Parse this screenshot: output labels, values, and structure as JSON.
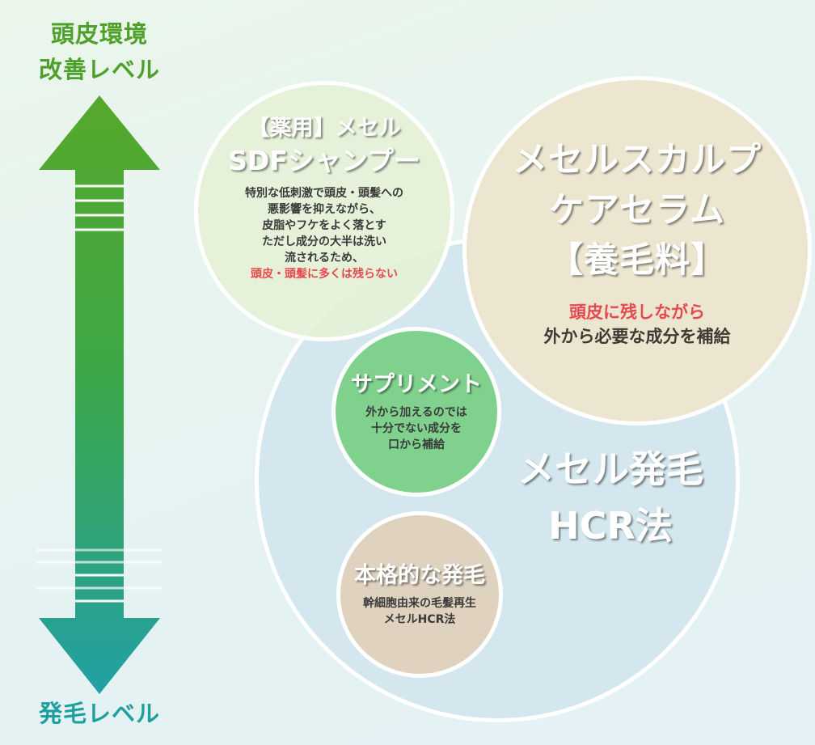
{
  "axis": {
    "top_label": [
      "頭皮環境",
      "改善レベル"
    ],
    "bottom_label": "発毛レベル",
    "colors": {
      "top": "#4fa02a",
      "bottom": "#1f9f9d"
    }
  },
  "shampoo": {
    "title_line1": "【薬用】メセル",
    "title_line2": "SDFシャンプー",
    "desc_lines": [
      "特別な低刺激で頭皮・頭髪への",
      "悪影響を抑えながら、",
      "皮脂やフケをよく落とす",
      "ただし成分の大半は洗い",
      "流されるため、"
    ],
    "desc_highlight": "頭皮・頭髪に多くは残らない"
  },
  "serum": {
    "title_lines": [
      "メセルスカルプ",
      "ケアセラム",
      "【養毛料】"
    ],
    "highlight": "頭皮に残しながら",
    "sub": "外から必要な成分を補給"
  },
  "supplement": {
    "title": "サプリメント",
    "desc_lines": [
      "外から加えるのでは",
      "十分でない成分を",
      "口から補給"
    ]
  },
  "hair_growth": {
    "title": "本格的な発毛",
    "desc_lines": [
      "幹細胞由来の毛髪再生",
      "メセルHCR法"
    ]
  },
  "method": {
    "lines": [
      "メセル発毛",
      "HCR法"
    ]
  }
}
